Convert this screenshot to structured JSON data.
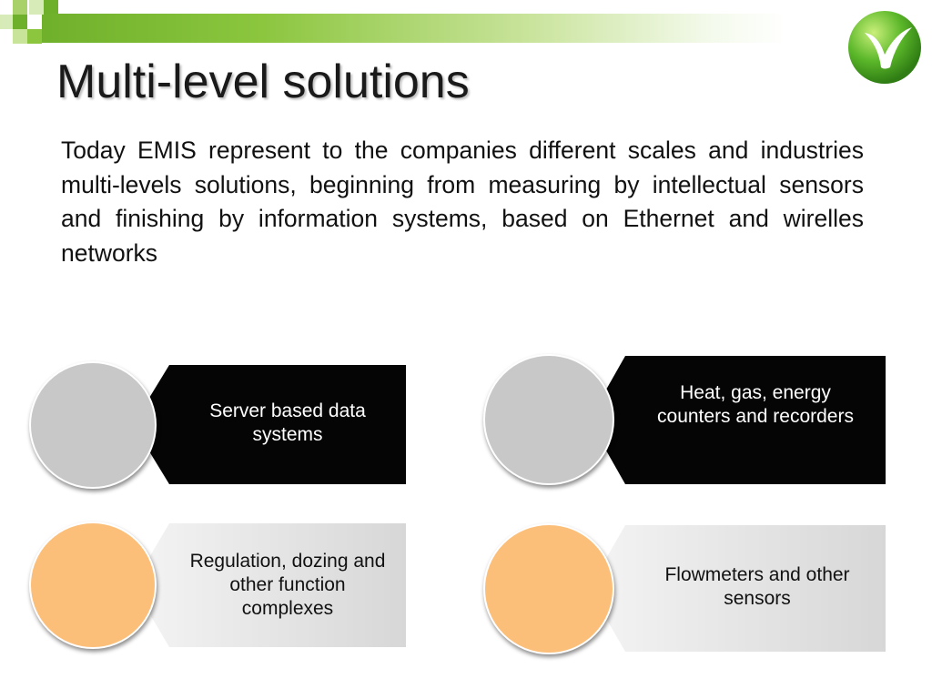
{
  "slide": {
    "title": "Multi-level solutions",
    "body": "Today EMIS represent to the companies different scales and industries multi-levels solutions, beginning from measuring by intellectual sensors and  finishing by information systems, based on Ethernet and wirelles networks"
  },
  "cards": [
    {
      "label": "Server based data systems",
      "circle_color": "#c8c8c8"
    },
    {
      "label": "Heat, gas, energy counters and recorders",
      "circle_color": "#c8c8c8"
    },
    {
      "label": "Regulation, dozing and other function complexes",
      "circle_color": "#fcbf7a"
    },
    {
      "label": "Flowmeters and other sensors",
      "circle_color": "#fcbf7a"
    }
  ],
  "colors": {
    "header_green": "#8cc63f",
    "dark_box": "#050505",
    "light_box": "#e6e6e6"
  }
}
